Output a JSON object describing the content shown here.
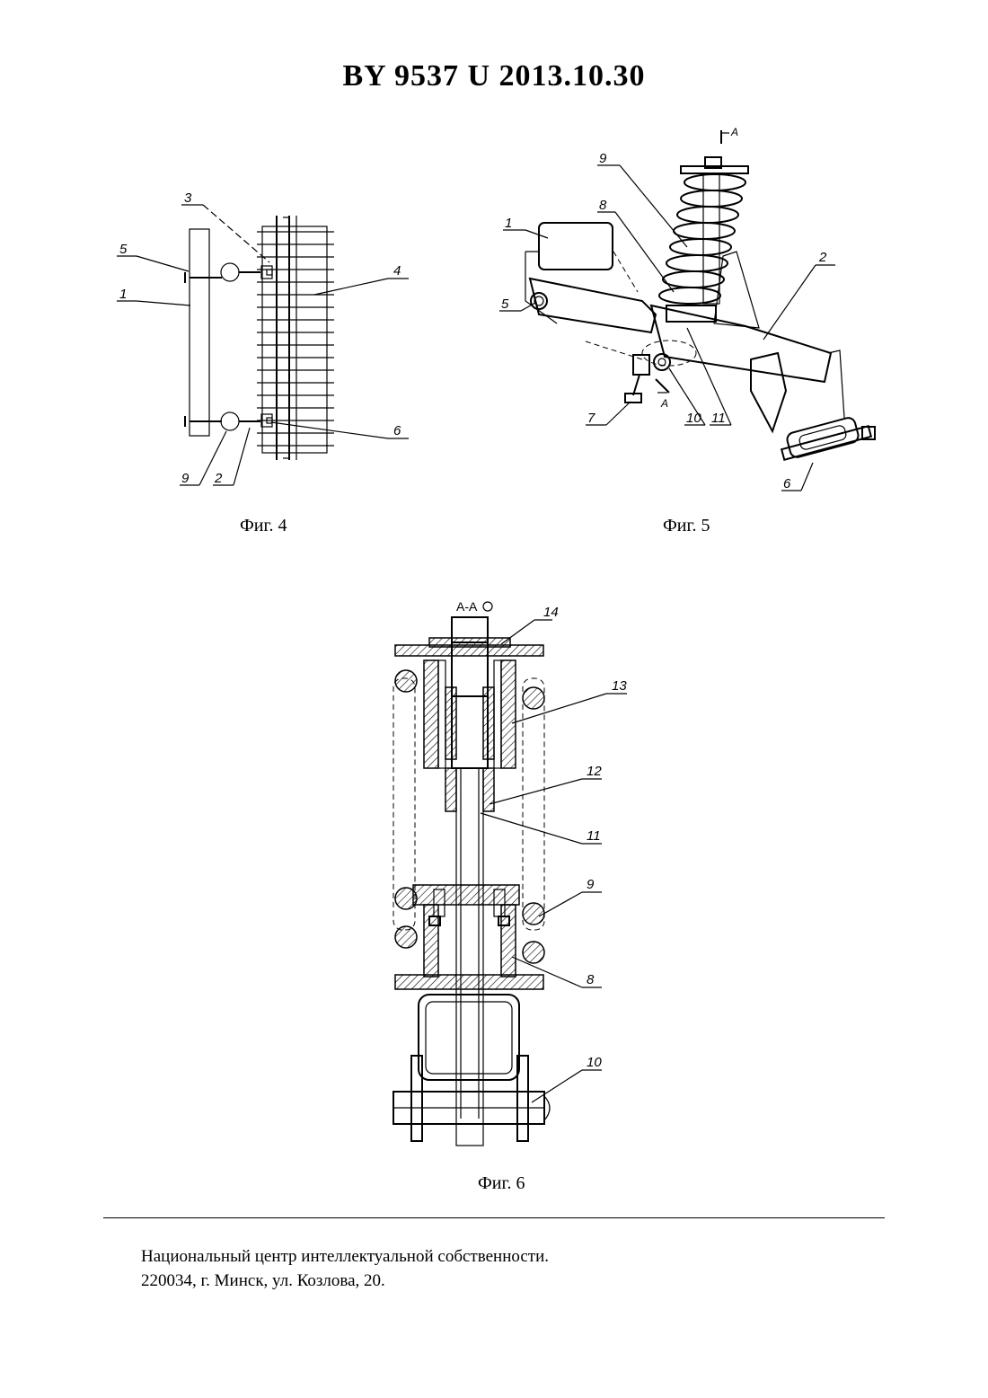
{
  "header": {
    "title": "BY  9537  U  2013.10.30"
  },
  "figures": {
    "fig4": {
      "caption": "Фиг. 4",
      "labels": {
        "l1": "1",
        "l2": "2",
        "l3": "3",
        "l4": "4",
        "l5": "5",
        "l6": "6",
        "l9": "9"
      }
    },
    "fig5": {
      "caption": "Фиг. 5",
      "labels": {
        "l1": "1",
        "l2": "2",
        "l5": "5",
        "l6": "6",
        "l7": "7",
        "l8": "8",
        "l9": "9",
        "l10": "10",
        "l11": "11",
        "sec_top": "A",
        "sec_bottom": "A"
      }
    },
    "fig6": {
      "caption": "Фиг. 6",
      "section_title": "А-А",
      "labels": {
        "l8": "8",
        "l9": "9",
        "l10": "10",
        "l11": "11",
        "l12": "12",
        "l13": "13",
        "l14": "14"
      }
    }
  },
  "footer": {
    "line1": "Национальный центр интеллектуальной собственности.",
    "line2": "220034, г. Минск, ул. Козлова, 20."
  }
}
